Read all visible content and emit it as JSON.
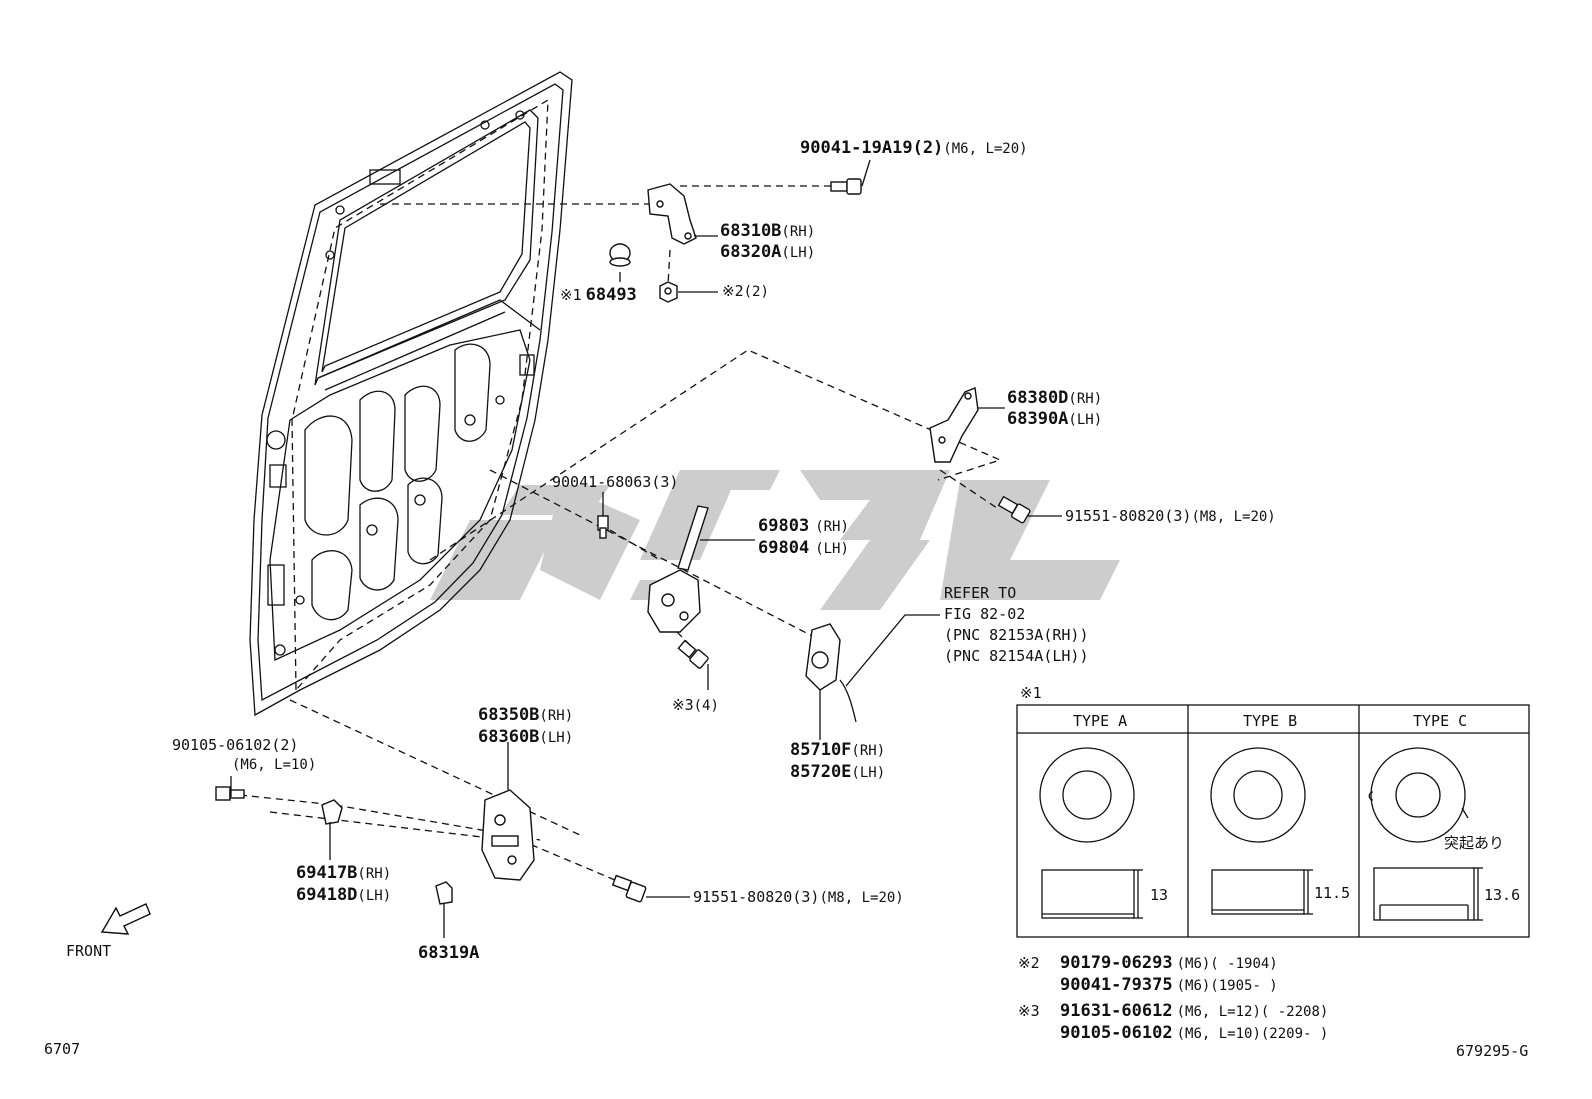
{
  "parts": {
    "bolt_top": "90041-19A19(2)",
    "bolt_top_spec": "(M6, L=20)",
    "hinge_upper_rh": "68310B",
    "hinge_upper_rh_side": "(RH)",
    "hinge_upper_lh": "68320A",
    "hinge_upper_lh_side": "(LH)",
    "clip_ref": "※1",
    "clip": "68493",
    "nut_ref": "※2",
    "nut_qty": "(2)",
    "hinge_lower_rh": "68380D",
    "hinge_lower_rh_side": "(RH)",
    "hinge_lower_lh": "68390A",
    "hinge_lower_lh_side": "(LH)",
    "screw_regulator": "90041-68063(3)",
    "regulator_rh": "69803",
    "regulator_rh_side": "(RH)",
    "regulator_lh": "69804",
    "regulator_lh_side": "(LH)",
    "bolt_hinge_lower": "91551-80820(3)",
    "bolt_hinge_lower_spec": "(M8, L=20)",
    "bolt_reg_ref": "※3",
    "bolt_reg_qty": "(4)",
    "refer_line1": "REFER TO",
    "refer_line2": "FIG 82-02",
    "refer_line3": "(PNC 82153A(RH))",
    "refer_line4": "(PNC 82154A(LH))",
    "motor_rh": "85710F",
    "motor_rh_side": "(RH)",
    "motor_lh": "85720E",
    "motor_lh_side": "(LH)",
    "screw_striker": "90105-06102(2)",
    "screw_striker_spec": "(M6, L=10)",
    "check_rh": "68350B",
    "check_rh_side": "(RH)",
    "check_lh": "68360B",
    "check_lh_side": "(LH)",
    "handle_rh": "69417B",
    "handle_rh_side": "(RH)",
    "handle_lh": "69418D",
    "handle_lh_side": "(LH)",
    "bolt_check": "91551-80820(3)",
    "bolt_check_spec": "(M8, L=20)",
    "cap": "68319A"
  },
  "front_label": "FRONT",
  "type_table": {
    "ref": "※1",
    "headers": [
      "TYPE A",
      "TYPE B",
      "TYPE C"
    ],
    "dims": [
      "13",
      "11.5",
      "13.6"
    ],
    "note_c": "突起あり"
  },
  "notes": {
    "n2_ref": "※2",
    "n2_line1_part": "90179-06293",
    "n2_line1_spec": "(M6)(         -1904)",
    "n2_line2_part": "90041-79375",
    "n2_line2_spec": "(M6)(1905-         )",
    "n3_ref": "※3",
    "n3_line1_part": "91631-60612",
    "n3_line1_spec": "(M6, L=12)(         -2208)",
    "n3_line2_part": "90105-06102",
    "n3_line2_spec": "(M6, L=10)(2209-         )"
  },
  "footer": {
    "left": "6707",
    "right": "679295-G"
  },
  "colors": {
    "watermark": "#c8c8c8",
    "ink": "#111111"
  }
}
